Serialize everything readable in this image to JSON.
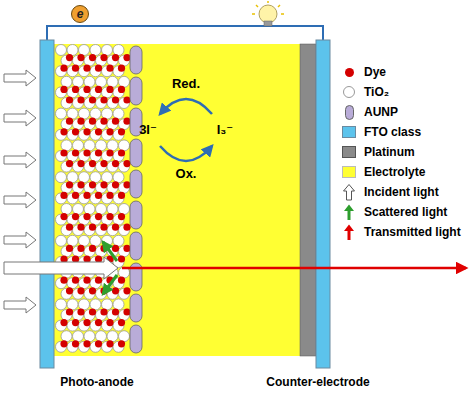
{
  "diagram": {
    "nodes": [
      {
        "text": [
          "e"
        ]
      }
    ],
    "labels": [
      "Red.",
      "Ox.",
      "3I⁻",
      "I₃⁻",
      "Photo-anode",
      "Counter-electrode"
    ],
    "legend": [
      {
        "text": "Dye",
        "color": "#d40000"
      },
      {
        "text": "TiO₂",
        "color": "#ffffff"
      },
      {
        "text": "AUNP",
        "color": "#b9acd8"
      },
      {
        "text": "FTO class",
        "color": "#5cc3ec"
      },
      {
        "text": "Platinum",
        "color": "#8a8a8a"
      },
      {
        "text": "Electrolyte",
        "color": "#ffff33"
      },
      {
        "text": "Incident light"
      },
      {
        "text": "Scattered light"
      },
      {
        "text": "Transmitted light"
      }
    ]
  }
}
